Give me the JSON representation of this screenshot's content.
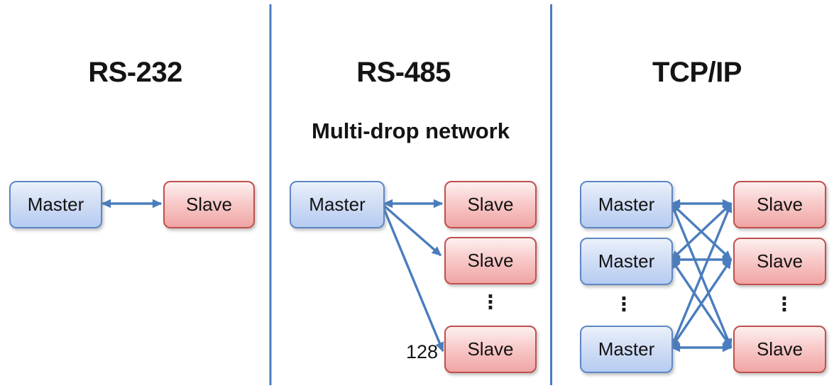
{
  "rs232": {
    "title": "RS-232",
    "master": "Master",
    "slave": "Slave"
  },
  "rs485": {
    "title": "RS-485",
    "subtitle": "Multi-drop network",
    "master": "Master",
    "slaves": [
      "Slave",
      "Slave",
      "Slave"
    ],
    "ellipsis": "⋮",
    "max_devices": "128"
  },
  "tcpip": {
    "title": "TCP/IP",
    "masters": [
      "Master",
      "Master",
      "Master"
    ],
    "slaves": [
      "Slave",
      "Slave",
      "Slave"
    ],
    "ellipsis_masters": "⋮",
    "ellipsis_slaves": "⋮"
  },
  "colors": {
    "connector_blue": "#4a7dbd",
    "master_border": "#5d87c5",
    "master_fill_top": "#eaf1fb",
    "master_fill_bottom": "#b5ccf1",
    "slave_border": "#c0504d",
    "slave_fill_top": "#fdf0f0",
    "slave_fill_bottom": "#f0a5a4",
    "text": "#141414"
  }
}
